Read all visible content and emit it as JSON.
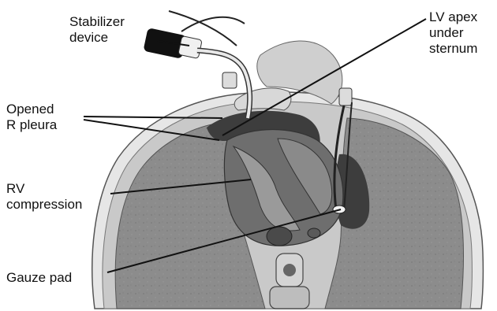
{
  "labels": {
    "stabilizer": [
      "Stabilizer",
      "device"
    ],
    "lv_apex": [
      "LV apex",
      "under",
      "sternum"
    ],
    "pleura": [
      "Opened",
      "R pleura"
    ],
    "rv": [
      "RV",
      "compression"
    ],
    "gauze": [
      "Gauze pad"
    ]
  },
  "colors": {
    "lung": "#8a8a8a",
    "heart": "#6e6e6e",
    "pleural_space": "#3d3d3d",
    "chest_wall": "#c9c9c9",
    "leader_line": "#111111"
  }
}
